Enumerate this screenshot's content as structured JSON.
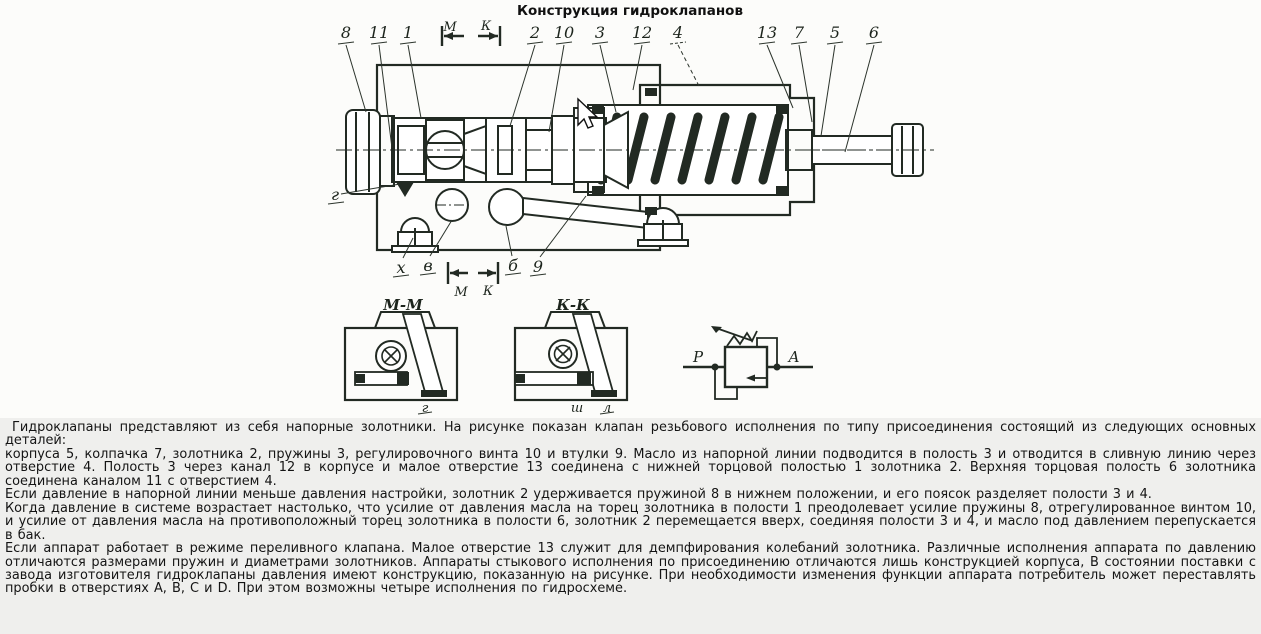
{
  "title": "Конструкция гидроклапанов",
  "drawing": {
    "callouts_top": [
      "8",
      "11",
      "1",
      "2",
      "10",
      "3",
      "12",
      "4",
      "13",
      "7",
      "5",
      "6"
    ],
    "section_marks": {
      "m": "М",
      "k": "К"
    },
    "callout_side": "г",
    "callouts_bottom": [
      "х",
      "в",
      "б",
      "9"
    ],
    "sections": {
      "mm": {
        "title": "М-М",
        "labels": [
          "г"
        ]
      },
      "kk": {
        "title": "К-К",
        "labels": [
          "ш",
          "л"
        ]
      }
    },
    "schematic": {
      "port_left": "P",
      "port_right": "A"
    }
  },
  "description": {
    "paragraphs": [
      "Гидроклапаны представляют из себя напорные золотники. На рисунке показан клапан резьбового исполнения по типу присоединения состоящий из следующих основных деталей:",
      "корпуса 5, колпачка 7, золотника 2, пружины 3, регулировочного винта 10 и втулки 9. Масло из напорной линии подводится в полость 3 и отводится в сливную линию через отверстие 4. Полость 3 через канал 12 в корпусе и малое отверстие 13 соединена с нижней торцовой полостью 1 золотника 2. Верхняя торцовая полость 6 золотника соединена каналом 11 с отверстием 4.",
      "Если давление в напорной линии меньше давления настройки, золотник 2 удерживается пружиной 8 в нижнем положении, и его поясок разделяет полости 3 и 4.",
      "Когда давление в системе возрастает настолько, что усилие от давления масла на торец золотника в полости 1 преодолевает усилие пружины 8, отрегулированное винтом 10, и усилие от давления масла на противоположный торец золотника в полости 6, золотник 2 перемещается вверх, соединяя полости 3 и 4, и масло под давлением перепускается в бак.",
      "Если аппарат работает в режиме переливного клапана. Малое отверстие 13 служит для демпфирования колебаний золотника. Различные исполнения аппарата по давлению отличаются размерами пружин и диаметрами золотников. Аппараты стыкового исполнения по присоединению отличаются лишь конструкцией корпуса, В состоянии поставки с завода изготовителя гидроклапаны давления имеют конструкцию, показанную на рисунке. При необходимости изменения функции аппарата потребитель может переставлять пробки в отверстиях А, В, С и D. При этом возможны четыре исполнения по гидросхеме."
    ]
  },
  "colors": {
    "line": "#222a23",
    "text": "#141414",
    "background": "#efefed"
  }
}
